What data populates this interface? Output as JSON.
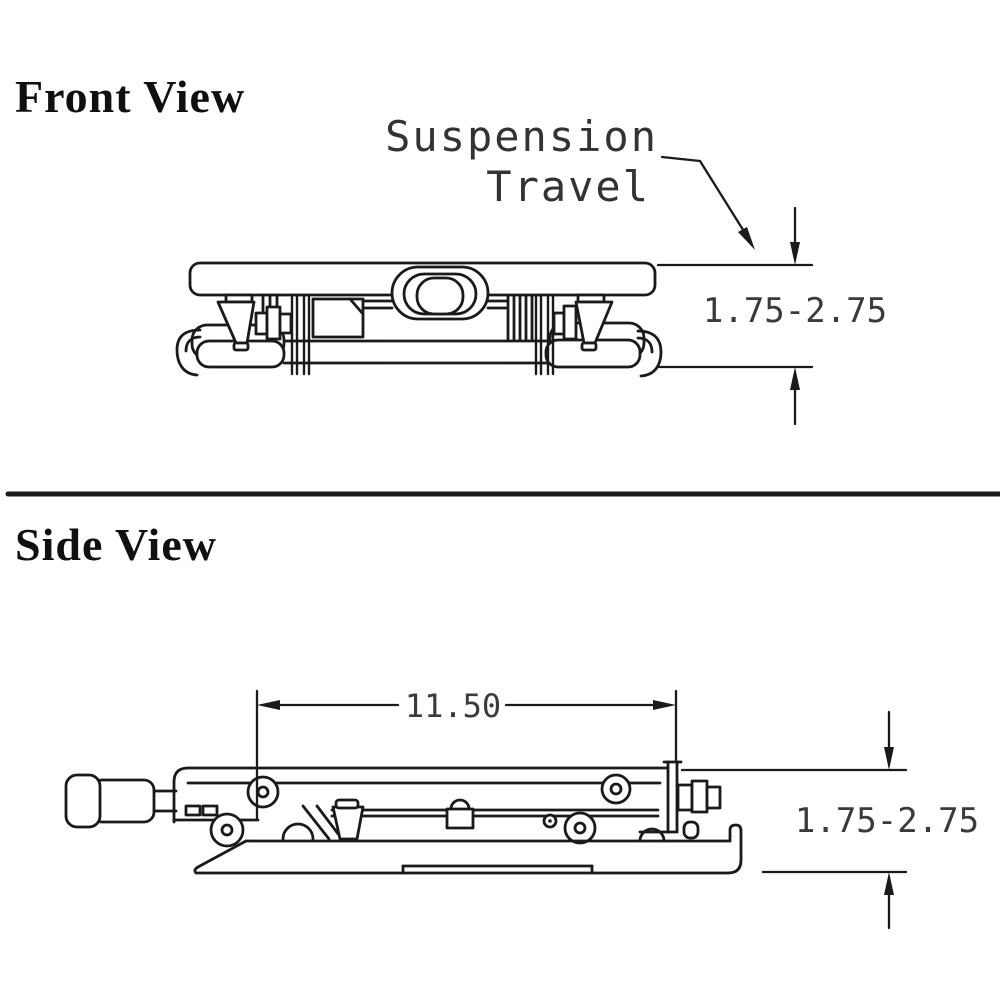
{
  "front_view": {
    "title": "Front View",
    "callout_line1": "Suspension",
    "callout_line2": "Travel",
    "height_dimension": "1.75-2.75"
  },
  "side_view": {
    "title": "Side View",
    "width_dimension": "11.50",
    "height_dimension": "1.75-2.75"
  },
  "colors": {
    "background": "#ffffff",
    "line": "#1a1a1a",
    "dimension_text": "#3a3a3a",
    "title_text": "#101010"
  }
}
